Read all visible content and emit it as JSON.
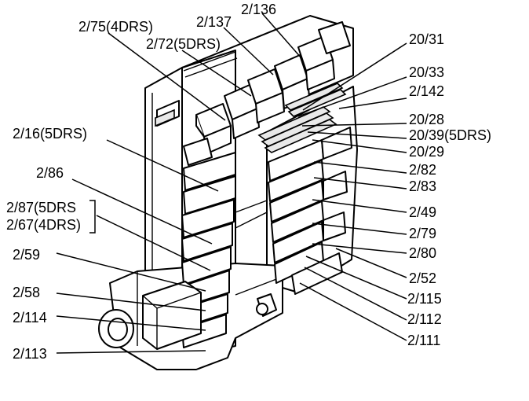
{
  "colors": {
    "ink": "#000000",
    "paper": "#ffffff"
  },
  "labels": {
    "l_2_136": "2/136",
    "l_2_137": "2/137",
    "l_2_75": "2/75(4DRS)",
    "l_2_72": "2/72(5DRS)",
    "l_20_31": "20/31",
    "l_20_33": "20/33",
    "l_2_142": "2/142",
    "l_20_28": "20/28",
    "l_20_39": "20/39(5DRS)",
    "l_20_29": "20/29",
    "l_2_16": "2/16(5DRS)",
    "l_2_86": "2/86",
    "l_2_82": "2/82",
    "l_2_83": "2/83",
    "l_2_87": "2/87(5DRS",
    "l_2_67": "2/67(4DRS)",
    "l_2_49": "2/49",
    "l_2_79": "2/79",
    "l_2_80": "2/80",
    "l_2_59": "2/59",
    "l_2_52": "2/52",
    "l_2_58": "2/58",
    "l_2_115": "2/115",
    "l_2_114": "2/114",
    "l_2_112": "2/112",
    "l_2_111": "2/111",
    "l_2_113": "2/113"
  }
}
